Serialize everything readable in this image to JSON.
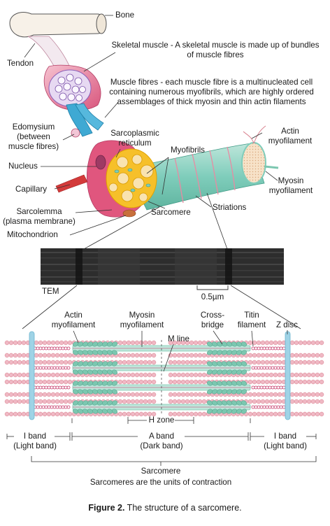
{
  "labels": {
    "bone": "Bone",
    "tendon": "Tendon",
    "skeletal_muscle": "Skeletal muscle - A skeletal muscle is made up of bundles of muscle fibres",
    "muscle_fibres": "Muscle fibres - each muscle fibre is a multinucleated cell containing numerous myofibrils, which are highly ordered assemblages of thick myosin and thin actin filaments",
    "edomysium_line1": "Edomysium",
    "edomysium_line2": "(between",
    "edomysium_line3": "muscle fibres)",
    "sarcoplasmic_line1": "Sarcoplasmic",
    "sarcoplasmic_line2": "reticulum",
    "myofibrils": "Myofibrils",
    "actin_top_line1": "Actin",
    "actin_top_line2": "myofilament",
    "nucleus": "Nucleus",
    "myosin_top_line1": "Myosin",
    "myosin_top_line2": "myofilament",
    "capillary": "Capillary",
    "striations": "Striations",
    "sarcomere_top": "Sarcomere",
    "sarcolemma_line1": "Sarcolemma",
    "sarcolemma_line2": "(plasma membrane)",
    "mitochondrion": "Mitochondrion",
    "tem": "TEM",
    "scale": "0.5µm",
    "actin_bottom_line1": "Actin",
    "actin_bottom_line2": "myofilament",
    "myosin_bottom_line1": "Myosin",
    "myosin_bottom_line2": "myofilament",
    "cross_line1": "Cross-",
    "cross_line2": "bridge",
    "titin_line1": "Titin",
    "titin_line2": "filament",
    "zdisc": "Z disc",
    "mline": "M line",
    "hzone": "H zone",
    "iband_left_line1": "I band",
    "iband_left_line2": "(Light band)",
    "aband_line1": "A band",
    "aband_line2": "(Dark band)",
    "iband_right_line1": "I band",
    "iband_right_line2": "(Light band)",
    "sarcomere_bottom": "Sarcomere",
    "units": "Sarcomeres are the units of contraction"
  },
  "caption": {
    "bold": "Figure 2.",
    "text": " The structure of a sarcomere."
  },
  "colors": {
    "muscle_pink": "#e88aa6",
    "muscle_dark": "#c9436c",
    "fibre_blue": "#3fa9d3",
    "myofibril_teal": "#7fcdbb",
    "reticulum_yellow": "#f6c02a",
    "actin_pink": "#d9828f",
    "myosin_green": "#7cc7b0",
    "zdisc_blue": "#9fd3e6",
    "tem_dark": "#2d2d2d"
  }
}
